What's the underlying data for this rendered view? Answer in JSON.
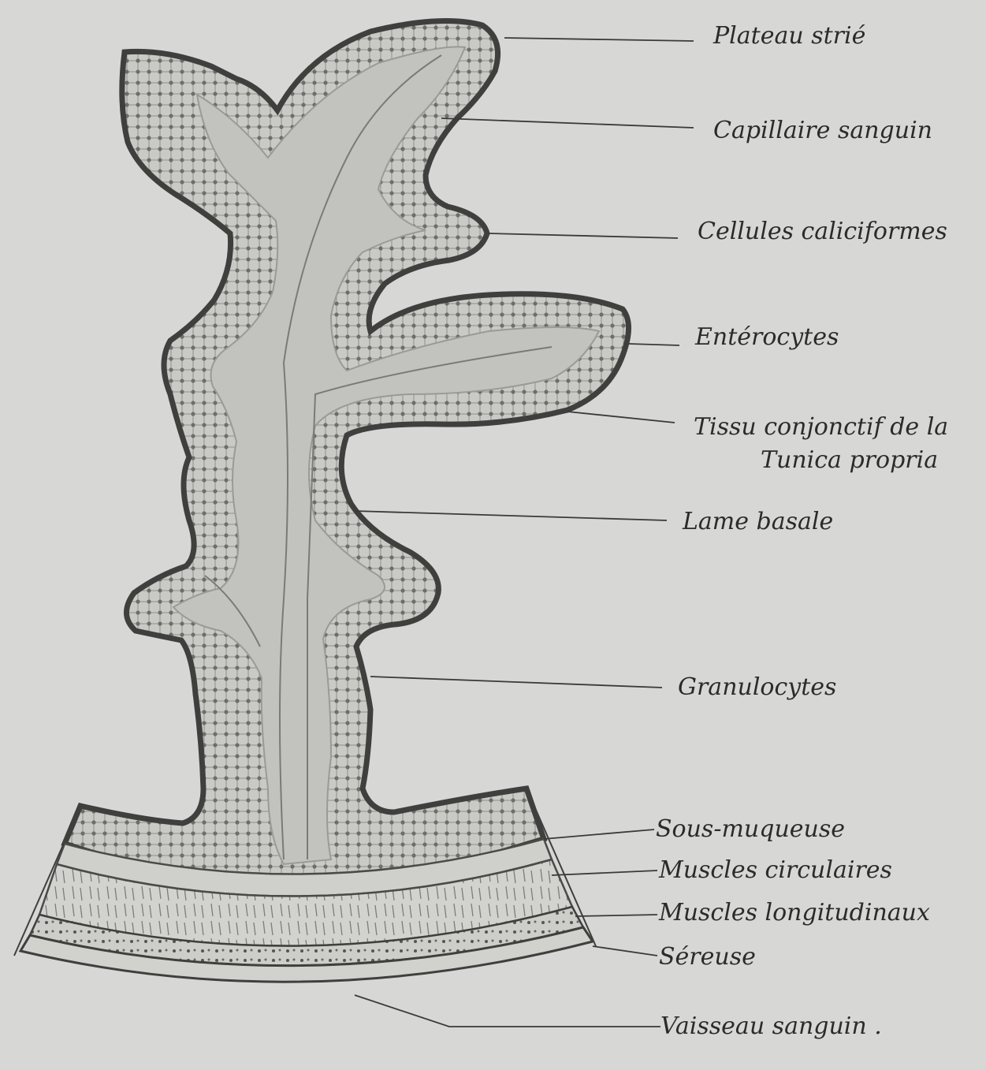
{
  "labels": {
    "plateau": "Plateau strié",
    "capillaire": "Capillaire sanguin",
    "cellules": "Cellules caliciformes",
    "enterocytes": "Entérocytes",
    "tissu_line1": "Tissu conjonctif de la",
    "tissu_line2": "Tunica propria",
    "lame": "Lame basale",
    "granulocytes": "Granulocytes",
    "sous_muqueuse": "Sous-muqueuse",
    "muscles_circulaires": "Muscles circulaires",
    "muscles_longitudinaux": "Muscles longitudinaux",
    "sereuse": "Séreuse",
    "vaisseau": "Vaisseau sanguin ."
  },
  "colors": {
    "paper": "#d7d7d5",
    "ink": "#2b2b2b",
    "epithelium_dark": "#4a4a48",
    "epithelium_light": "#bfbfbc"
  }
}
